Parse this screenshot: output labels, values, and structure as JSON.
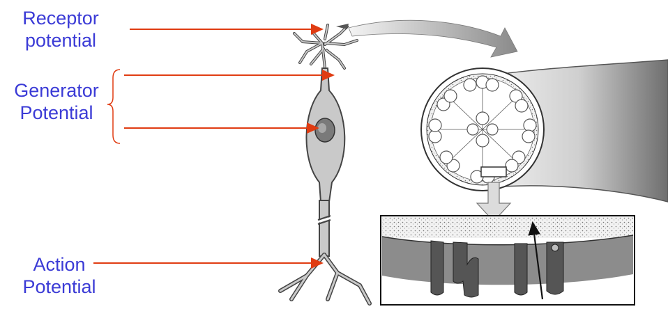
{
  "labels": {
    "receptor": "Receptor\npotential",
    "generator": "Generator\nPotential",
    "action": "Action\nPotential"
  },
  "colors": {
    "label_text": "#3b3bd6",
    "arrow": "#e03c12",
    "cell_fill": "#c9c9c9",
    "cell_stroke": "#444444",
    "membrane_gray": "#8c8c8c",
    "channel_dark": "#555555"
  },
  "icons": {
    "zoom_arrow": "curved-arrow-icon",
    "down_arrow": "down-arrow-icon"
  }
}
